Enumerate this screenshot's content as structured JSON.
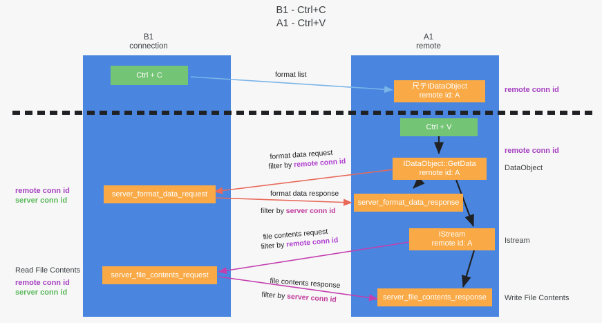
{
  "title": "B1 - Ctrl+C\nA1 - Ctrl+V",
  "colors": {
    "lane": "#4a86e0",
    "node_orange": "#f9a945",
    "node_green": "#74c476",
    "remote_conn_id": "#a640c0",
    "server_conn_id": "#5cb85c",
    "arrow_blue": "#7ab5e8",
    "arrow_red": "#e8695a",
    "arrow_magenta": "#c33fae",
    "arrow_black": "#202124",
    "background": "#f7f7f7"
  },
  "columns": {
    "left": "B1\nconnection",
    "right": "A1\nremote"
  },
  "nodes": {
    "ctrl_c": "Ctrl + C",
    "idataobject": "尺テIDataObject\nremote id: A",
    "ctrl_v": "Ctrl + V",
    "getdata": "IDataObject::GetData\nremote id: A",
    "server_format_data_request": "server_format_data_request",
    "server_format_data_response": "server_format_data_response",
    "istream": "IStream\nremote id: A",
    "server_file_contents_request": "server_file_contents_request",
    "server_file_contents_response": "server_file_contents_response"
  },
  "edges": {
    "format_list": "format list",
    "format_data_request": "format data request",
    "format_data_request_filter_prefix": "filter by ",
    "format_data_request_filter_key": "remote conn id",
    "format_data_response": "format data response",
    "format_data_response_filter_prefix": "filter by ",
    "format_data_response_filter_key": "server conn id",
    "file_contents_request": "file contents request",
    "file_contents_request_filter_prefix": "filter by ",
    "file_contents_request_filter_key": "remote conn id",
    "file_contents_response": "file contents response",
    "file_contents_response_filter_prefix": "filter by ",
    "file_contents_response_filter_key": "server conn id"
  },
  "left_annotations": {
    "remote_conn_id": "remote conn id",
    "server_conn_id": "server conn id",
    "read_file_contents": "Read File Contents",
    "remote_conn_id_2": "remote conn id",
    "server_conn_id_2": "server conn id"
  },
  "right_annotations": {
    "remote_conn_id_top": "remote conn id",
    "remote_conn_id_mid": "remote conn id",
    "dataobject": "DataObject",
    "istream": "Istream",
    "write_file_contents": "Write File Contents"
  }
}
